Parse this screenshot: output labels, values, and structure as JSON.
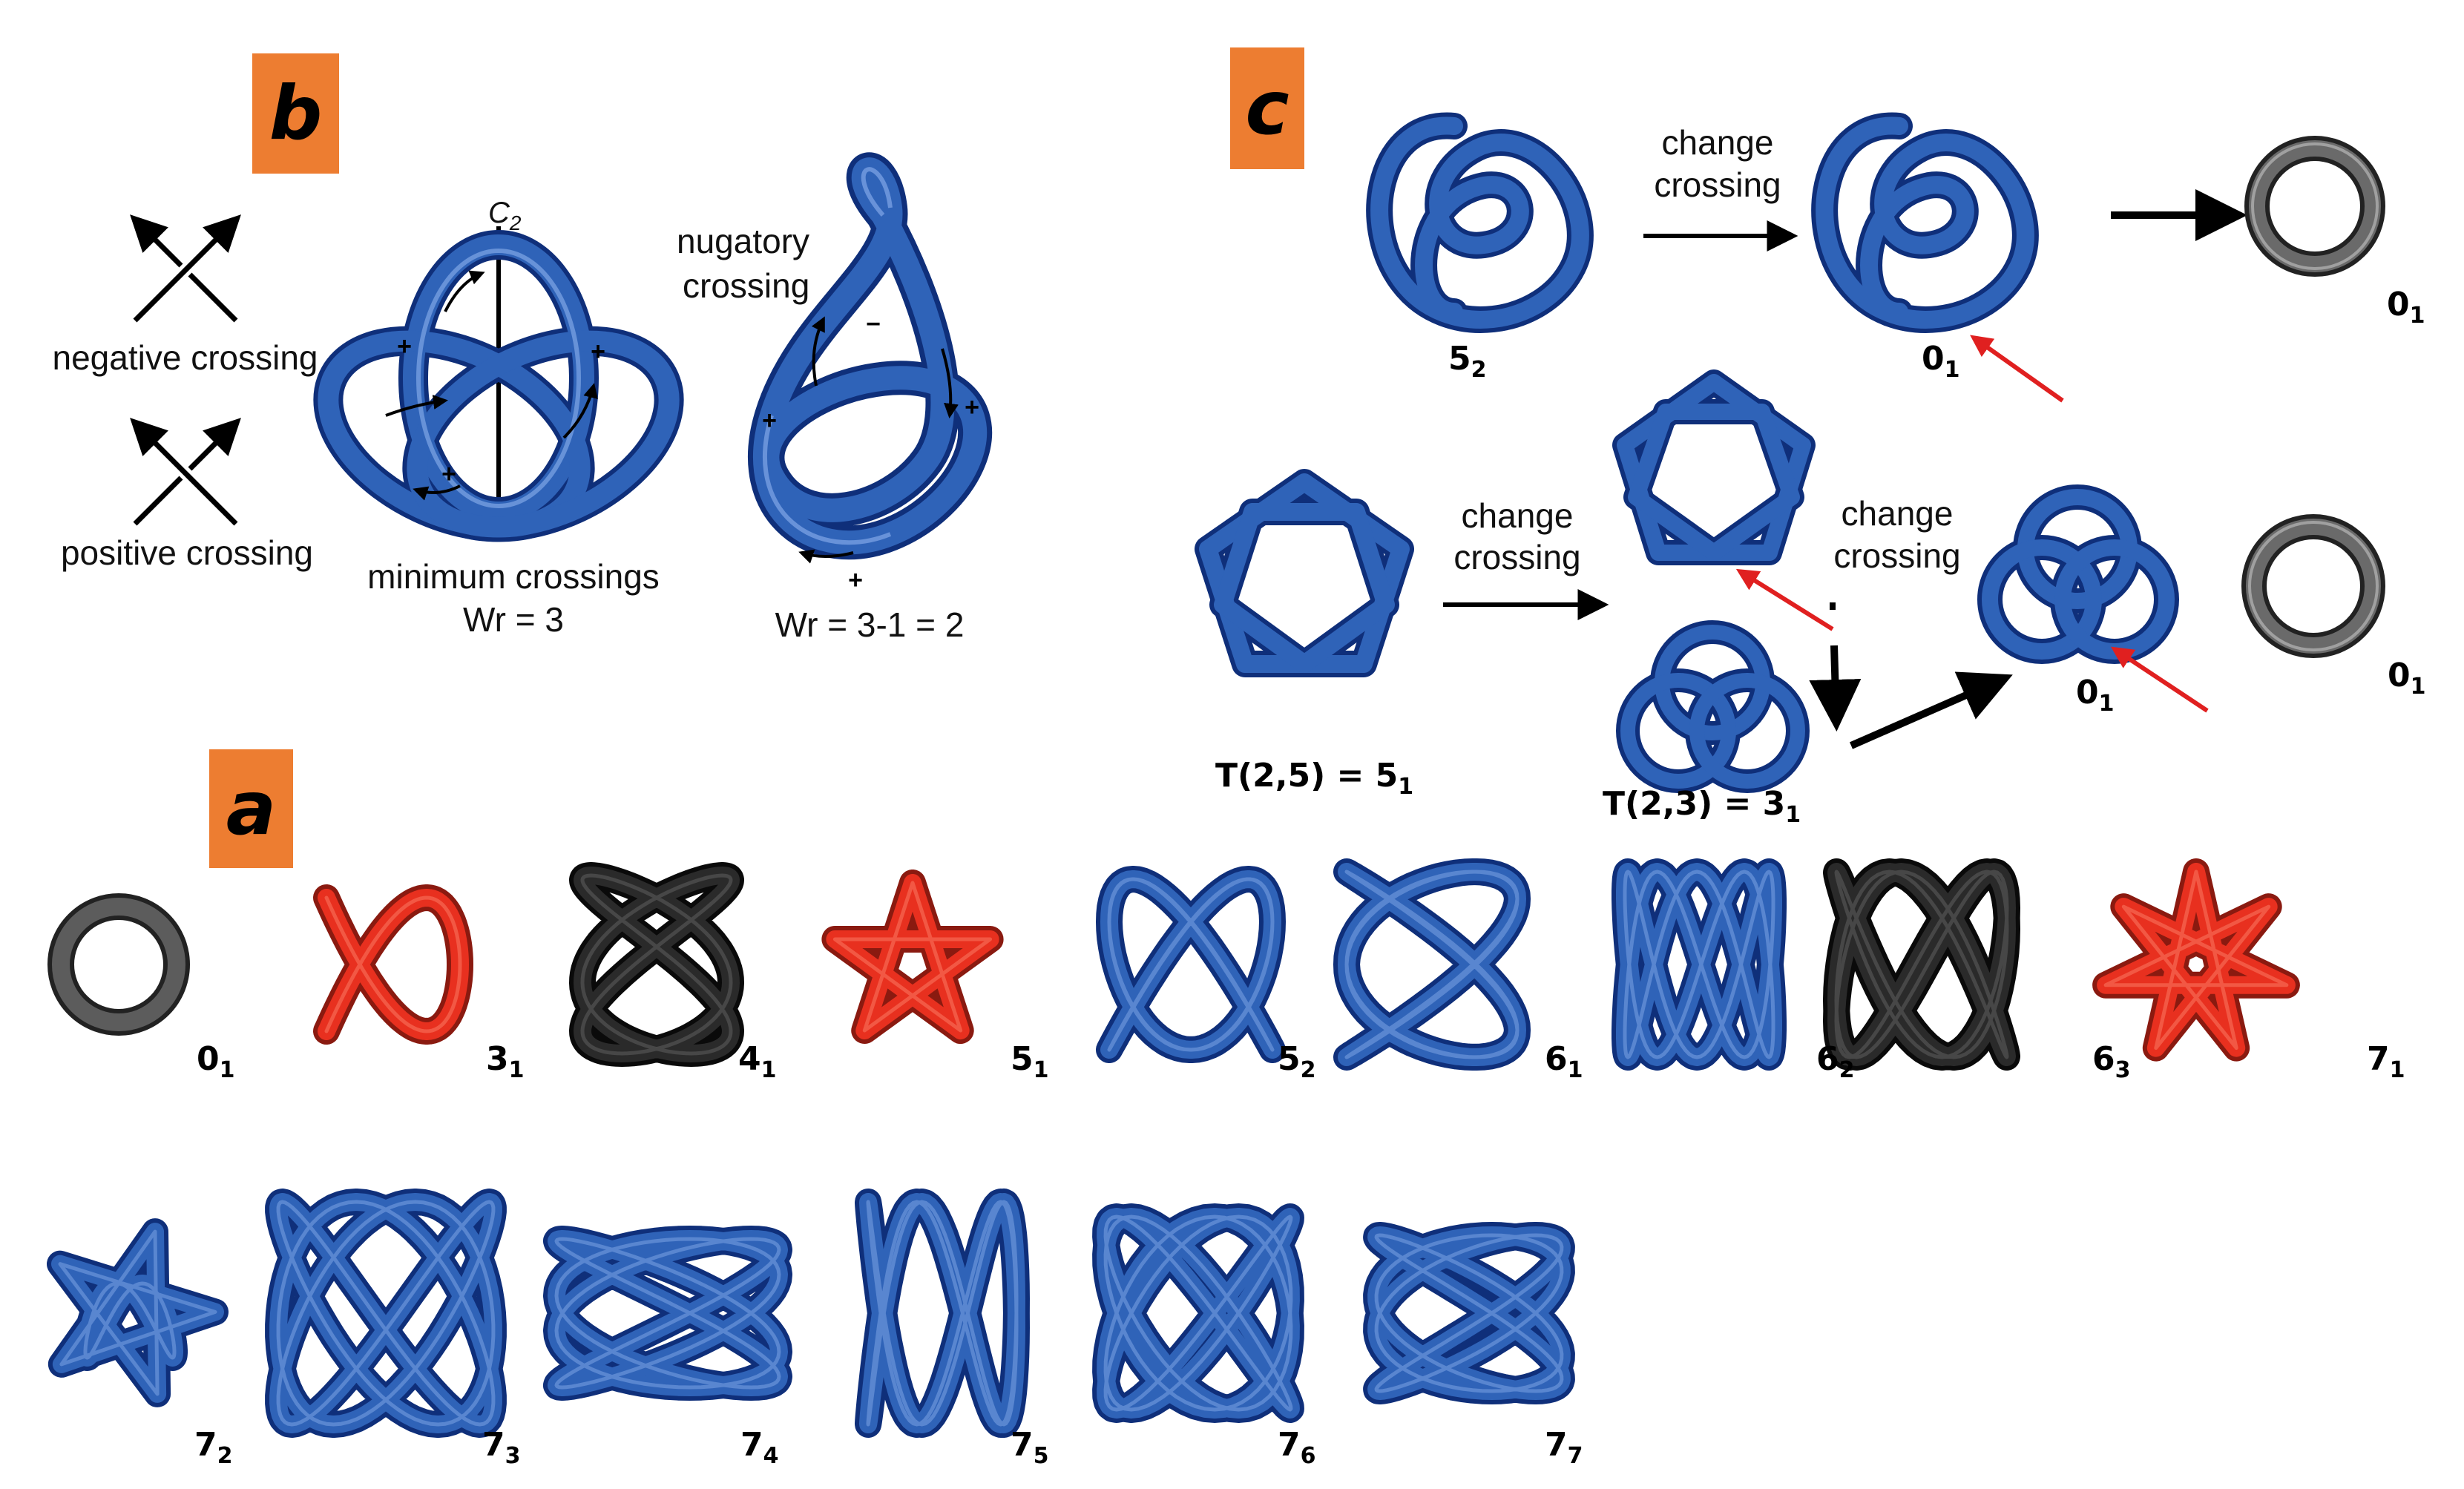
{
  "panels": {
    "a": "a",
    "b": "b",
    "c": "c"
  },
  "colors": {
    "blue_tube": "#2f63b8",
    "red_tube": "#e8301f",
    "black_tube": "#2a2a2a",
    "gray_ring": "#5c5c5c",
    "panel_tag": "#ed7d31",
    "arrow_red": "#e02020"
  },
  "panel_b": {
    "negative_crossing": "negative crossing",
    "positive_crossing": "positive crossing",
    "axis_label": "C",
    "axis_sub": "2",
    "minimum_crossings": "minimum crossings",
    "wr_left": "Wr = 3",
    "nugatory_line1": "nugatory",
    "nugatory_line2": "crossing",
    "wr_right": "Wr = 3-1 = 2",
    "plus": "+",
    "minus": "−"
  },
  "panel_c": {
    "change1": "change",
    "crossing1": "crossing",
    "change2": "change",
    "crossing2": "crossing",
    "change3": "change",
    "crossing3": "crossing",
    "k52": {
      "main": "5",
      "sub": "2"
    },
    "k01a": {
      "main": "0",
      "sub": "1"
    },
    "k01b": {
      "main": "0",
      "sub": "1"
    },
    "k01c": {
      "main": "0",
      "sub": "1"
    },
    "k01d": {
      "main": "0",
      "sub": "1"
    },
    "t25": {
      "main": "T(2,5) = 5",
      "sub": "1"
    },
    "t23": {
      "main": "T(2,3) = 3",
      "sub": "1"
    }
  },
  "panel_a": {
    "knots": [
      {
        "main": "0",
        "sub": "1",
        "color": "gray"
      },
      {
        "main": "3",
        "sub": "1",
        "color": "red"
      },
      {
        "main": "4",
        "sub": "1",
        "color": "black"
      },
      {
        "main": "5",
        "sub": "1",
        "color": "red"
      },
      {
        "main": "5",
        "sub": "2",
        "color": "blue"
      },
      {
        "main": "6",
        "sub": "1",
        "color": "blue"
      },
      {
        "main": "6",
        "sub": "2",
        "color": "blue"
      },
      {
        "main": "6",
        "sub": "3",
        "color": "black"
      },
      {
        "main": "7",
        "sub": "1",
        "color": "red"
      },
      {
        "main": "7",
        "sub": "2",
        "color": "blue"
      },
      {
        "main": "7",
        "sub": "3",
        "color": "blue"
      },
      {
        "main": "7",
        "sub": "4",
        "color": "blue"
      },
      {
        "main": "7",
        "sub": "5",
        "color": "blue"
      },
      {
        "main": "7",
        "sub": "6",
        "color": "blue"
      },
      {
        "main": "7",
        "sub": "7",
        "color": "blue"
      }
    ]
  }
}
